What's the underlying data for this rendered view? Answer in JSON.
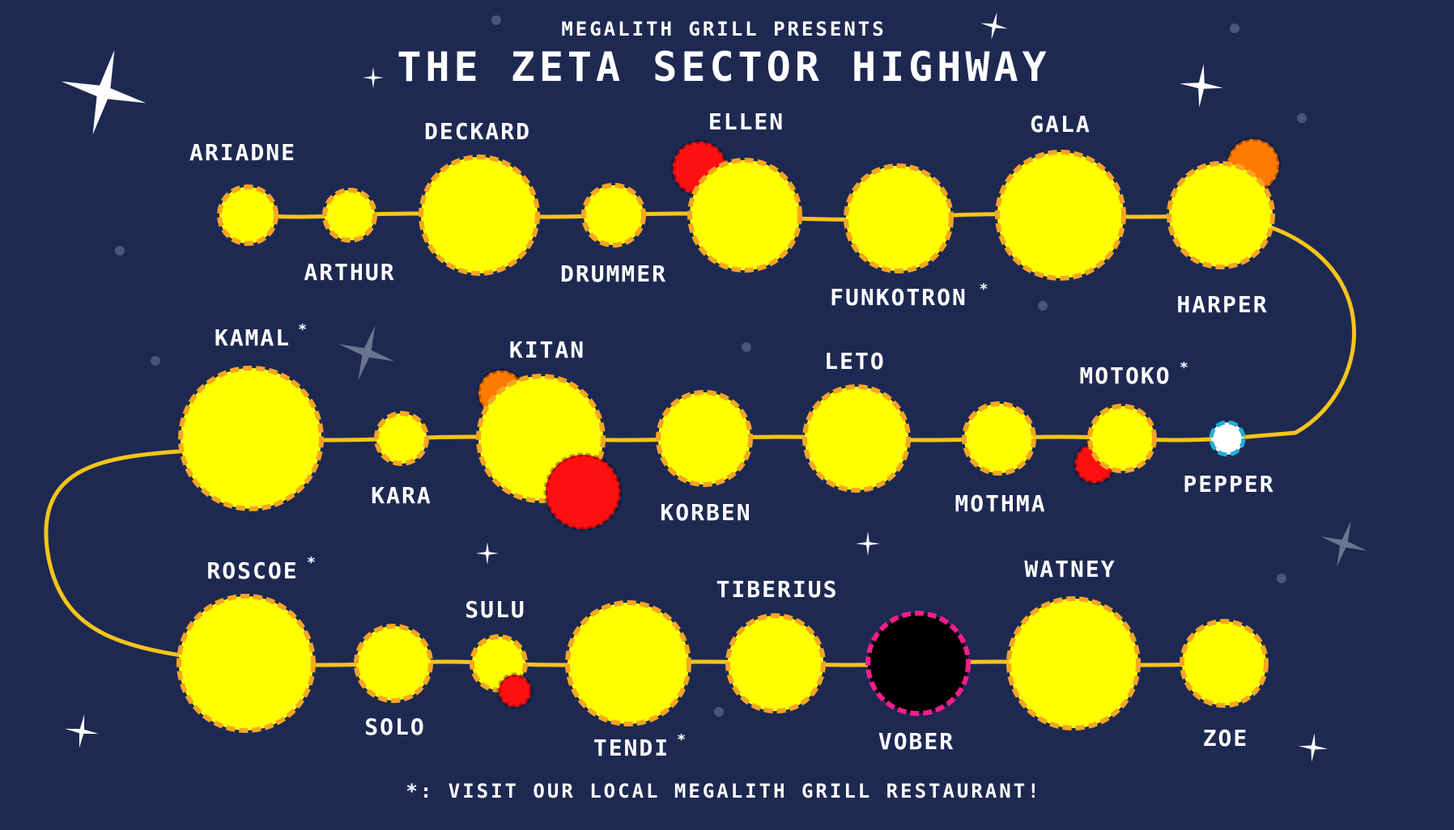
{
  "header": {
    "presents": "MEGALITH GRILL PRESENTS",
    "title": "THE ZETA SECTOR HIGHWAY"
  },
  "footer": {
    "note": "*: VISIT OUR LOCAL MEGALITH GRILL RESTAURANT!"
  },
  "colors": {
    "background": "#1e2952",
    "star_fill": "#ffff00",
    "star_rim": "#f5a623",
    "route": "#f5c518",
    "companion_red": "#ff1010",
    "companion_orange": "#ff7a00",
    "black_hole": "#000000",
    "black_hole_rim": "#ff1c8c",
    "white_dwarf_rim": "#1ab0d8",
    "label": "#ffffff"
  },
  "systems": [
    {
      "id": "ariadne",
      "name": "ARIADNE",
      "kind": "star",
      "size": "small",
      "restaurant": false,
      "companion": "none"
    },
    {
      "id": "arthur",
      "name": "ARTHUR",
      "kind": "star",
      "size": "small",
      "restaurant": false,
      "companion": "none"
    },
    {
      "id": "deckard",
      "name": "DECKARD",
      "kind": "star",
      "size": "large",
      "restaurant": false,
      "companion": "none"
    },
    {
      "id": "drummer",
      "name": "DRUMMER",
      "kind": "star",
      "size": "small",
      "restaurant": false,
      "companion": "none"
    },
    {
      "id": "ellen",
      "name": "ELLEN",
      "kind": "star",
      "size": "large",
      "restaurant": false,
      "companion": "red"
    },
    {
      "id": "funkotron",
      "name": "FUNKOTRON",
      "kind": "star",
      "size": "large",
      "restaurant": true,
      "companion": "none"
    },
    {
      "id": "gala",
      "name": "GALA",
      "kind": "star",
      "size": "large",
      "restaurant": false,
      "companion": "none"
    },
    {
      "id": "harper",
      "name": "HARPER",
      "kind": "star",
      "size": "large",
      "restaurant": false,
      "companion": "orange"
    },
    {
      "id": "pepper",
      "name": "PEPPER",
      "kind": "white-dwarf",
      "size": "tiny",
      "restaurant": false,
      "companion": "none"
    },
    {
      "id": "motoko",
      "name": "MOTOKO",
      "kind": "star",
      "size": "medium",
      "restaurant": true,
      "companion": "red"
    },
    {
      "id": "mothma",
      "name": "MOTHMA",
      "kind": "star",
      "size": "medium",
      "restaurant": false,
      "companion": "none"
    },
    {
      "id": "leto",
      "name": "LETO",
      "kind": "star",
      "size": "large",
      "restaurant": false,
      "companion": "none"
    },
    {
      "id": "korben",
      "name": "KORBEN",
      "kind": "star",
      "size": "large",
      "restaurant": false,
      "companion": "none"
    },
    {
      "id": "kitan",
      "name": "KITAN",
      "kind": "star",
      "size": "large",
      "restaurant": false,
      "companion": "orange+red"
    },
    {
      "id": "kara",
      "name": "KARA",
      "kind": "star",
      "size": "small",
      "restaurant": false,
      "companion": "none"
    },
    {
      "id": "kamal",
      "name": "KAMAL",
      "kind": "star",
      "size": "huge",
      "restaurant": true,
      "companion": "none"
    },
    {
      "id": "roscoe",
      "name": "ROSCOE",
      "kind": "star",
      "size": "huge",
      "restaurant": true,
      "companion": "none"
    },
    {
      "id": "solo",
      "name": "SOLO",
      "kind": "star",
      "size": "medium",
      "restaurant": false,
      "companion": "none"
    },
    {
      "id": "sulu",
      "name": "SULU",
      "kind": "star",
      "size": "small",
      "restaurant": false,
      "companion": "red"
    },
    {
      "id": "tendi",
      "name": "TENDI",
      "kind": "star",
      "size": "large",
      "restaurant": true,
      "companion": "none"
    },
    {
      "id": "tiberius",
      "name": "TIBERIUS",
      "kind": "star",
      "size": "large",
      "restaurant": false,
      "companion": "none"
    },
    {
      "id": "vober",
      "name": "VOBER",
      "kind": "black-hole",
      "size": "large",
      "restaurant": false,
      "companion": "none"
    },
    {
      "id": "watney",
      "name": "WATNEY",
      "kind": "star",
      "size": "huge",
      "restaurant": false,
      "companion": "none"
    },
    {
      "id": "zoe",
      "name": "ZOE",
      "kind": "star",
      "size": "medium",
      "restaurant": false,
      "companion": "none"
    }
  ]
}
